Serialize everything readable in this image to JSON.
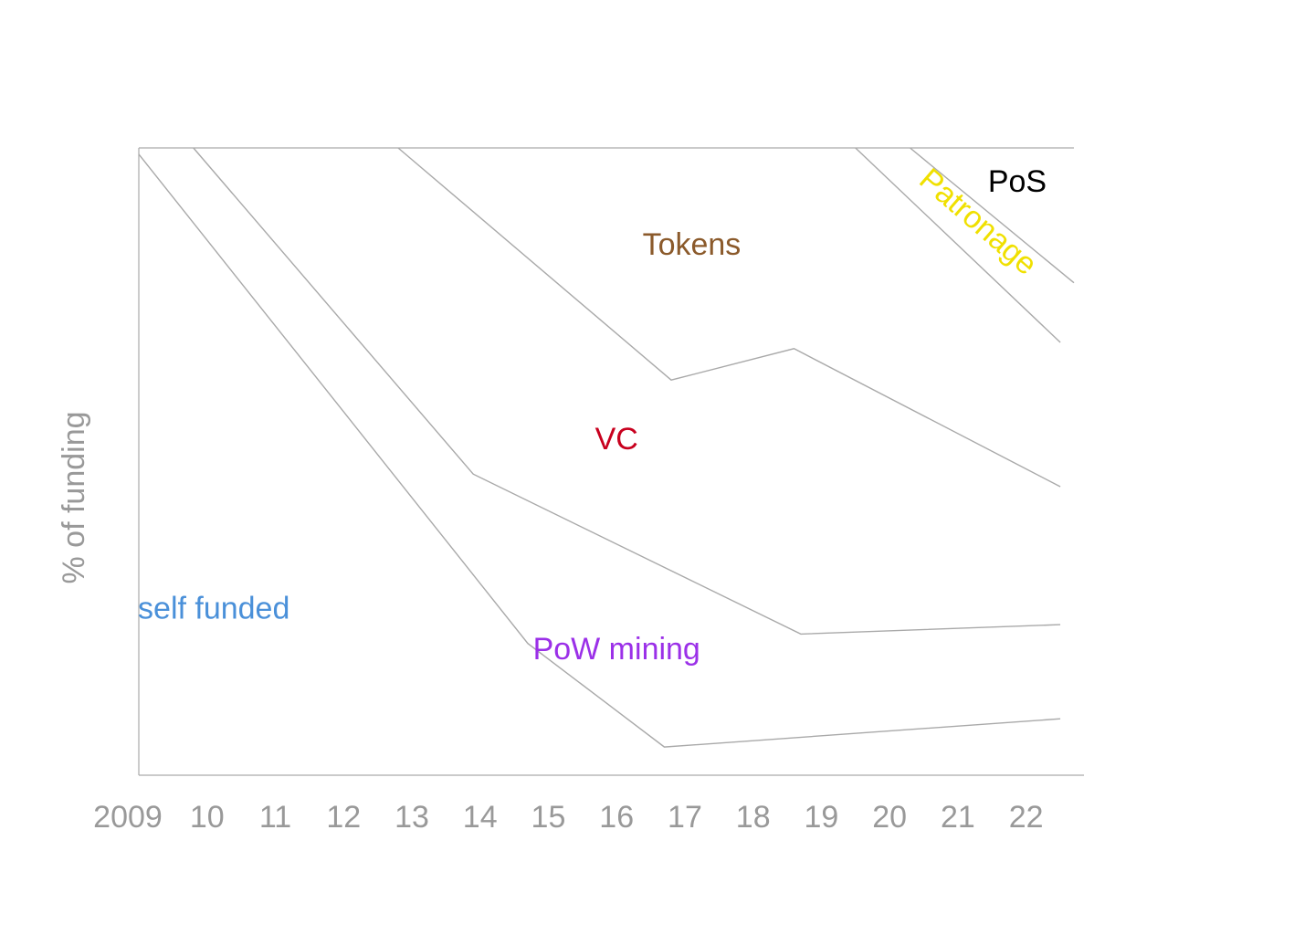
{
  "chart_data": {
    "type": "area",
    "stacked": true,
    "title": "",
    "xlabel": "",
    "ylabel": "% of funding",
    "x_tick_labels": [
      "2009",
      "10",
      "11",
      "12",
      "13",
      "14",
      "15",
      "16",
      "17",
      "18",
      "19",
      "20",
      "21",
      "22"
    ],
    "x_range": [
      2009,
      2022.7
    ],
    "y_range": [
      0,
      100
    ],
    "grid": false,
    "legend": "none (labels inside regions)",
    "series": [
      {
        "name": "self funded",
        "color": "#4a90d9",
        "label_at": [
          2010.1,
          25
        ]
      },
      {
        "name": "PoW mining",
        "color": "#9b30e8",
        "label_at": [
          2016.0,
          18.5
        ]
      },
      {
        "name": "VC",
        "color": "#c8001e",
        "label_at": [
          2016.0,
          52
        ]
      },
      {
        "name": "Tokens",
        "color": "#8b5a2b",
        "label_at": [
          2017.1,
          83
        ]
      },
      {
        "name": "Patronage",
        "color": "#f0e000",
        "label_at": [
          2021.2,
          87
        ]
      },
      {
        "name": "PoS",
        "color": "#000000",
        "label_at": [
          2022.3,
          93
        ]
      }
    ],
    "boundaries": [
      {
        "between": [
          "self funded",
          "PoW mining"
        ],
        "points": [
          [
            2009.0,
            99
          ],
          [
            2014.7,
            21
          ],
          [
            2016.7,
            4.5
          ],
          [
            2022.5,
            9
          ]
        ]
      },
      {
        "between": [
          "PoW mining",
          "VC"
        ],
        "points": [
          [
            2009.8,
            100
          ],
          [
            2013.9,
            48
          ],
          [
            2018.7,
            22.5
          ],
          [
            2022.5,
            24
          ]
        ]
      },
      {
        "between": [
          "VC",
          "Tokens"
        ],
        "points": [
          [
            2012.8,
            100
          ],
          [
            2016.8,
            63
          ],
          [
            2018.6,
            68
          ],
          [
            2022.5,
            46
          ]
        ]
      },
      {
        "between": [
          "Tokens",
          "Patronage"
        ],
        "points": [
          [
            2019.5,
            100
          ],
          [
            2022.5,
            69
          ]
        ]
      },
      {
        "between": [
          "Patronage",
          "PoS"
        ],
        "points": [
          [
            2020.3,
            100
          ],
          [
            2022.7,
            78.5
          ]
        ]
      }
    ]
  }
}
